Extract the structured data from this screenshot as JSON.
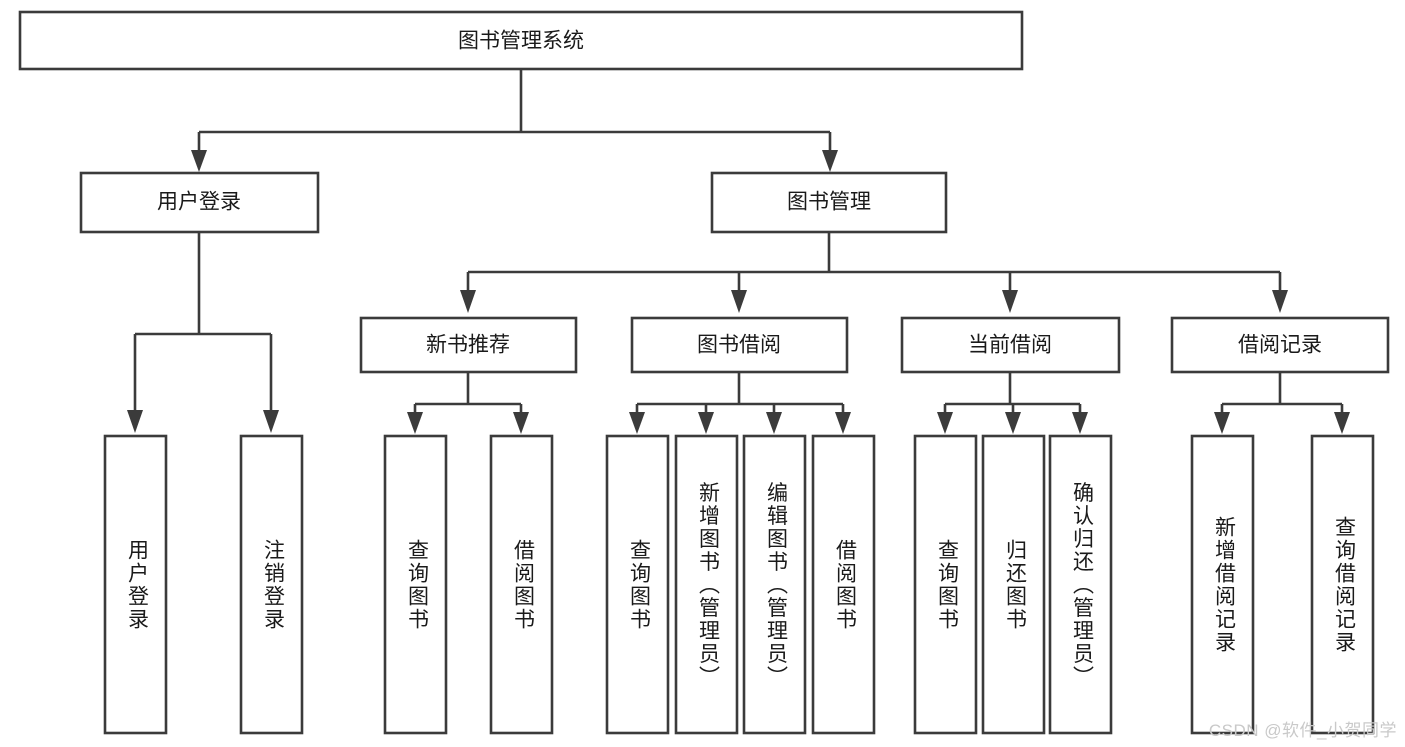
{
  "diagram": {
    "type": "tree-hierarchy",
    "title": "图书管理系统",
    "orientation": "top-down",
    "colors": {
      "box_stroke": "#3b3b3b",
      "box_fill": "#ffffff",
      "connector": "#3b3b3b",
      "text": "#1a1a1a",
      "background": "#ffffff",
      "watermark": "#c9c9c9"
    },
    "root": {
      "label": "图书管理系统"
    },
    "level1": [
      {
        "label": "用户登录"
      },
      {
        "label": "图书管理"
      }
    ],
    "level2": [
      {
        "label": "新书推荐"
      },
      {
        "label": "图书借阅"
      },
      {
        "label": "当前借阅"
      },
      {
        "label": "借阅记录"
      }
    ],
    "leaves": {
      "user_login": [
        {
          "label": "用户登录"
        },
        {
          "label": "注销登录"
        }
      ],
      "new_book_recommend": [
        {
          "label": "查询图书"
        },
        {
          "label": "借阅图书"
        }
      ],
      "book_borrow": [
        {
          "label": "查询图书"
        },
        {
          "label": "新增图书（管理员）"
        },
        {
          "label": "编辑图书（管理员）"
        },
        {
          "label": "借阅图书"
        }
      ],
      "current_borrow": [
        {
          "label": "查询图书"
        },
        {
          "label": "归还图书"
        },
        {
          "label": "确认归还（管理员）"
        }
      ],
      "borrow_record": [
        {
          "label": "新增借阅记录"
        },
        {
          "label": "查询借阅记录"
        }
      ]
    }
  },
  "watermark": {
    "text": "CSDN @软件_小贺同学"
  }
}
